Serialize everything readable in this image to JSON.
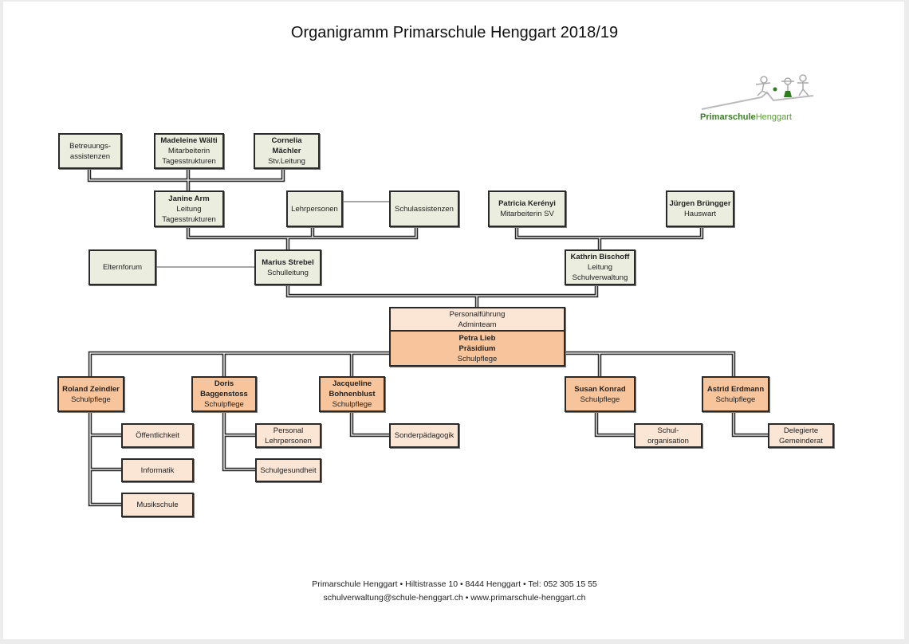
{
  "title": "Organigramm Primarschule Henggart 2018/19",
  "logo": {
    "part1": "Primarschule",
    "part2": "Henggart"
  },
  "boxes": {
    "betreuung": [
      "Betreuungs-",
      "assistenzen"
    ],
    "madeleine": [
      "Madeleine Wälti",
      "Mitarbeiterin",
      "Tagesstrukturen"
    ],
    "cornelia": [
      "Cornelia",
      "Mächler",
      "Stv.Leitung"
    ],
    "janine": [
      "Janine Arm",
      "Leitung",
      "Tagesstrukturen"
    ],
    "lehrpersonen": [
      "Lehrpersonen"
    ],
    "schulassistenzen": [
      "Schulassistenzen"
    ],
    "patricia": [
      "Patricia Kerényi",
      "Mitarbeiterin SV"
    ],
    "juergen": [
      "Jürgen Brüngger",
      "Hauswart"
    ],
    "elternforum": [
      "Elternforum"
    ],
    "marius": [
      "Marius Strebel",
      "Schulleitung"
    ],
    "kathrin": [
      "Kathrin Bischoff",
      "Leitung",
      "Schulverwaltung"
    ],
    "admin": [
      "Personalführung",
      "Adminteam"
    ],
    "petra": [
      "Petra Lieb",
      "Präsidium",
      "Schulpflege"
    ],
    "roland": [
      "Roland Zeindler",
      "Schulpflege"
    ],
    "doris": [
      "Doris",
      "Baggenstoss",
      "Schulpflege"
    ],
    "jacqueline": [
      "Jacqueline",
      "Bohnenblust",
      "Schulpflege"
    ],
    "susan": [
      "Susan Konrad",
      "Schulpflege"
    ],
    "astrid": [
      "Astrid Erdmann",
      "Schulpflege"
    ],
    "oeffentlichkeit": [
      "Öffentlichkeit"
    ],
    "informatik": [
      "Informatik"
    ],
    "musikschule": [
      "Musikschule"
    ],
    "personal": [
      "Personal",
      "Lehrpersonen"
    ],
    "schulgesundheit": [
      "Schulgesundheit"
    ],
    "sonderpaedagogik": [
      "Sonderpädagogik"
    ],
    "schulorganisation": [
      "Schul-",
      "organisation"
    ],
    "delegierte": [
      "Delegierte",
      "Gemeinderat"
    ]
  },
  "footer": {
    "line1": "Primarschule Henggart  •  Hiltistrasse 10  •  8444 Henggart  •  Tel: 052 305 15 55",
    "line2": "schulverwaltung@schule-henggart.ch  •  www.primarschule-henggart.ch"
  },
  "colors": {
    "staff": "#ebeedf",
    "board": "#f7c49b",
    "committee": "#fbe6d6",
    "logo": "#5a9a3a"
  }
}
